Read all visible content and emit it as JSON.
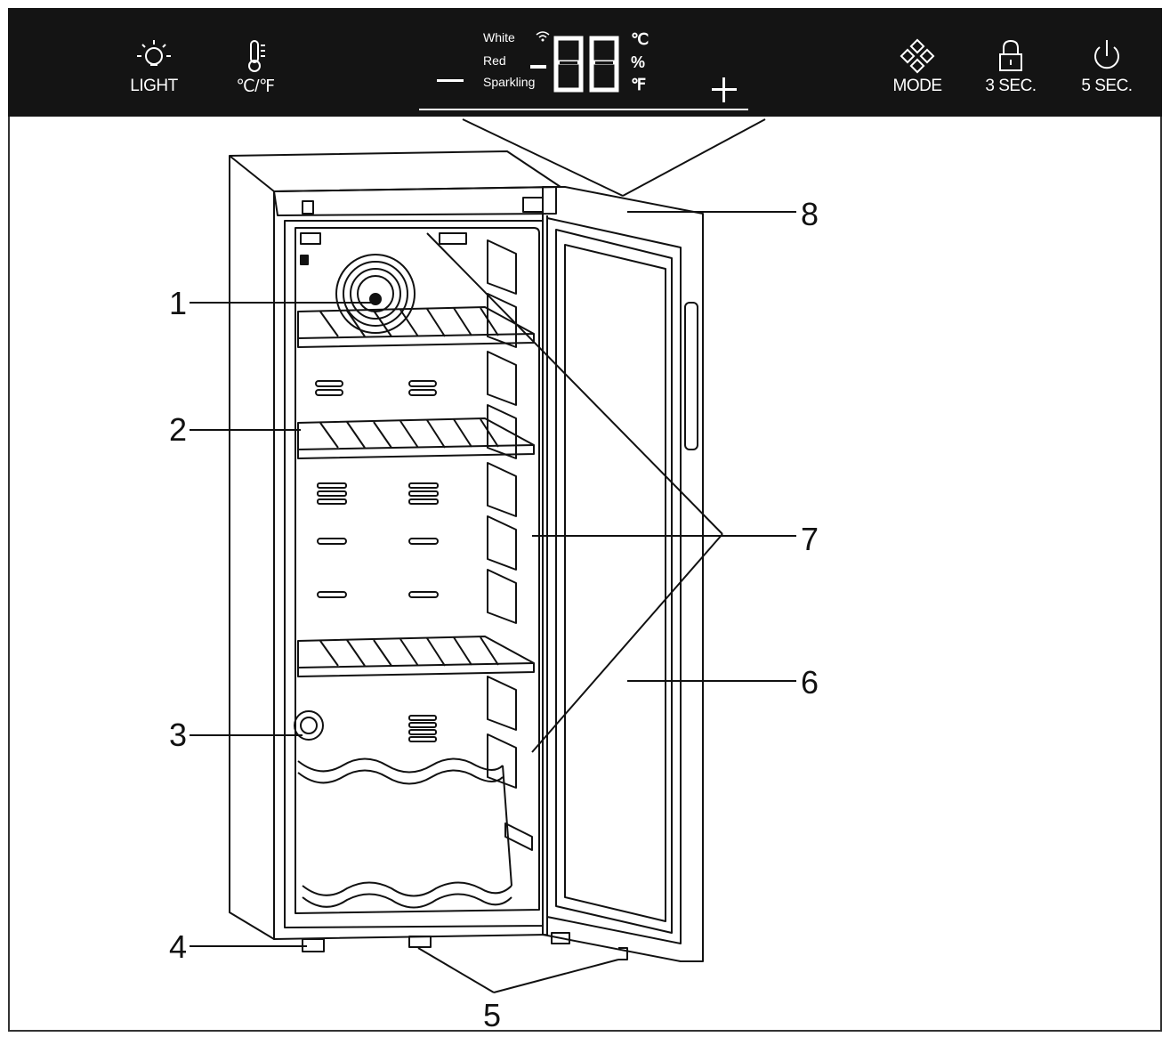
{
  "panel": {
    "light_label": "LIGHT",
    "unit_toggle_label": "℃/℉",
    "mode_label": "MODE",
    "lock_label": "3 SEC.",
    "power_label": "5 SEC.",
    "display": {
      "wine_types": [
        "White",
        "Red",
        "Sparkling"
      ],
      "digits": "88",
      "units": [
        "℃",
        "%",
        "℉"
      ],
      "minus_symbol": "−",
      "plus_symbol": "+"
    }
  },
  "callouts": [
    "1",
    "2",
    "3",
    "4",
    "5",
    "6",
    "7",
    "8"
  ],
  "colors": {
    "panel_bg": "#141414",
    "line": "#111111"
  }
}
